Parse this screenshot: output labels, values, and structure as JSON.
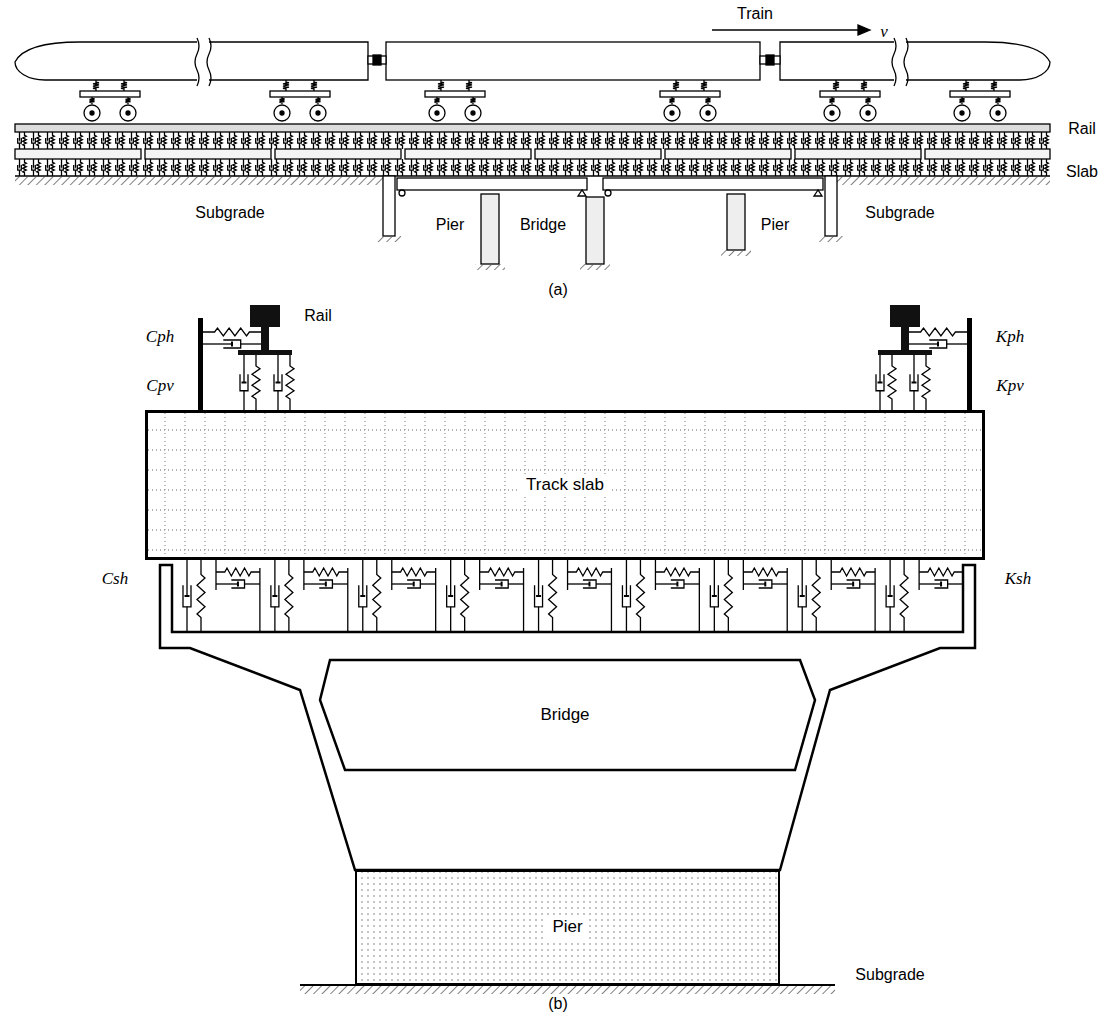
{
  "diagram": {
    "nodes": [
      {
        "text": [
          "Track slab"
        ]
      },
      {
        "text": [
          "Bridge"
        ]
      },
      {
        "text": [
          "Pier"
        ]
      }
    ],
    "labels": [
      "Train",
      "v",
      "Rail",
      "Slab",
      "Subgrade",
      "Pier",
      "Bridge",
      "Pier",
      "Subgrade",
      "(a)",
      "Cph",
      "Rail",
      "Kph",
      "Cpv",
      "Kpv",
      "Csh",
      "Ksh",
      "Subgrade",
      "(b)"
    ]
  }
}
